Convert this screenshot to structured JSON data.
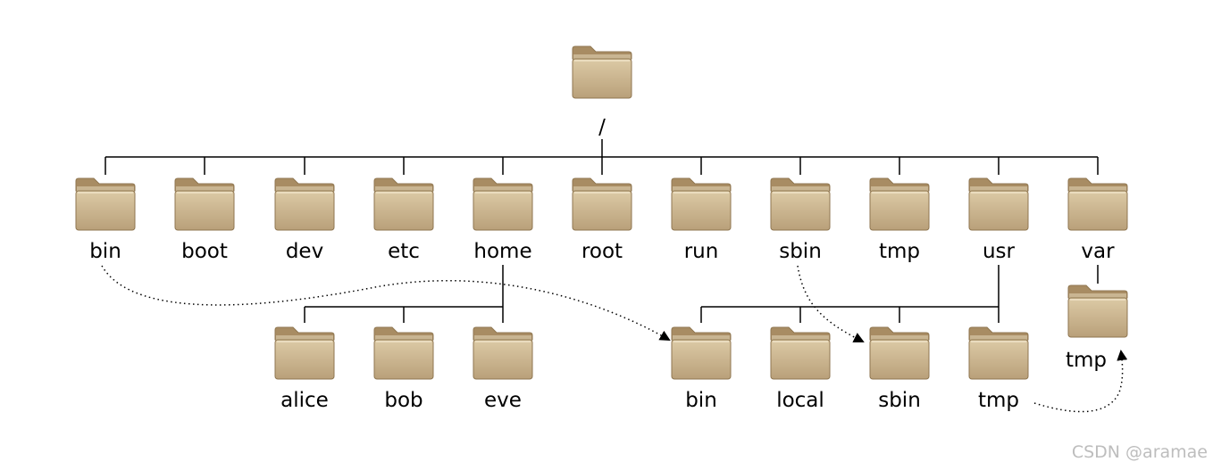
{
  "folder_colors": {
    "top": "#c9b592",
    "tab": "#a88c63",
    "body_top": "#d9c7a3",
    "body_bottom": "#bba47e",
    "outline": "#8f7650"
  },
  "root": {
    "label": "/",
    "icon": "folder-icon"
  },
  "level1": [
    {
      "label": "bin",
      "icon": "folder-icon"
    },
    {
      "label": "boot",
      "icon": "folder-icon"
    },
    {
      "label": "dev",
      "icon": "folder-icon"
    },
    {
      "label": "etc",
      "icon": "folder-icon"
    },
    {
      "label": "home",
      "icon": "folder-icon"
    },
    {
      "label": "root",
      "icon": "folder-icon"
    },
    {
      "label": "run",
      "icon": "folder-icon"
    },
    {
      "label": "sbin",
      "icon": "folder-icon"
    },
    {
      "label": "tmp",
      "icon": "folder-icon"
    },
    {
      "label": "usr",
      "icon": "folder-icon"
    },
    {
      "label": "var",
      "icon": "folder-icon"
    }
  ],
  "home_children": [
    {
      "label": "alice",
      "icon": "folder-icon"
    },
    {
      "label": "bob",
      "icon": "folder-icon"
    },
    {
      "label": "eve",
      "icon": "folder-icon"
    }
  ],
  "usr_children": [
    {
      "label": "bin",
      "icon": "folder-icon"
    },
    {
      "label": "local",
      "icon": "folder-icon"
    },
    {
      "label": "sbin",
      "icon": "folder-icon"
    },
    {
      "label": "tmp",
      "icon": "folder-icon"
    }
  ],
  "var_children": [
    {
      "label": "tmp",
      "icon": "folder-icon"
    }
  ],
  "symlinks": [
    {
      "from": "/bin",
      "to": "/usr/bin"
    },
    {
      "from": "/sbin",
      "to": "/usr/sbin"
    },
    {
      "from": "/usr/tmp",
      "to": "/var/tmp"
    }
  ],
  "watermark": "CSDN @aramae"
}
